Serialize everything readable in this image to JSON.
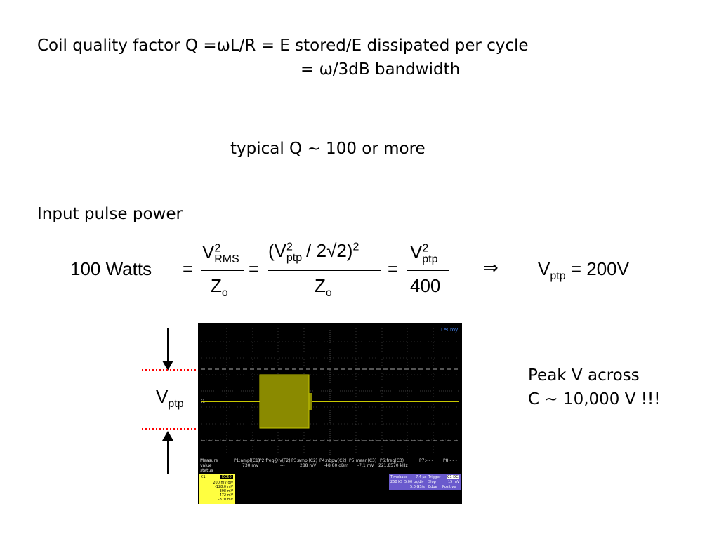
{
  "text": {
    "line1": "Coil quality factor Q =ωL/R = E stored/E dissipated per cycle",
    "line2": "= ω/3dB bandwidth",
    "typical": "typical Q ~ 100 or more",
    "input_power": "Input pulse power",
    "peak_line1": "Peak V across",
    "peak_line2": "C ~ 10,000 V !!!"
  },
  "equation": {
    "lhs": "100 Watts",
    "eq": "=",
    "v": "V",
    "sq": "2",
    "rms": "RMS",
    "zo_z": "Z",
    "zo_o": "o",
    "open": "(V",
    "ptp": "ptp",
    "div": "/ 2√2)",
    "den400": "400",
    "implies": "⇒",
    "result": "200V"
  },
  "vptp_label": {
    "v": "V",
    "sub": "ptp"
  },
  "scope": {
    "brand": "LeCroy",
    "ch_marker": "C1",
    "measure_header": [
      "Measure",
      "P1:ampl(C1)",
      "P2:freq@lv(F2)",
      "P3:ampl(C2)",
      "P4:nbpw(C2)",
      "P5:mean(C3)",
      "P6:freq(C3)",
      "P7:- - -",
      "P8:- - -"
    ],
    "measure_value": [
      "value",
      "730 mV",
      "---",
      "288 mV",
      "-48.80 dBm",
      "-7.1 mV",
      "221.8570 kHz"
    ],
    "measure_status": "status",
    "ch1_title": "C1",
    "ch1_badge": "DC50",
    "ch1_rows": [
      "200 mV/div",
      "-128.0 mV",
      "398 mV",
      "-472 mV",
      "-870 mV"
    ],
    "timebase_label": "Timebase",
    "timebase_value": "7.4 μs",
    "timebase_div": "5.00 μs/div",
    "timebase_sr": "250 kS",
    "timebase_rate": "5.0 GS/s",
    "trigger_label": "Trigger",
    "trigger_badge": "C1 DC",
    "trigger_slope": "Slop",
    "trigger_level": "15 mV",
    "trigger_edge": "Edge",
    "trigger_pol": "Positive"
  },
  "colors": {
    "trace": "#c8c800",
    "burst": "#8a8a00",
    "ref_line": "#ff0000",
    "ch1_panel": "#ffff40",
    "timebase_panel": "#6a5acd"
  }
}
